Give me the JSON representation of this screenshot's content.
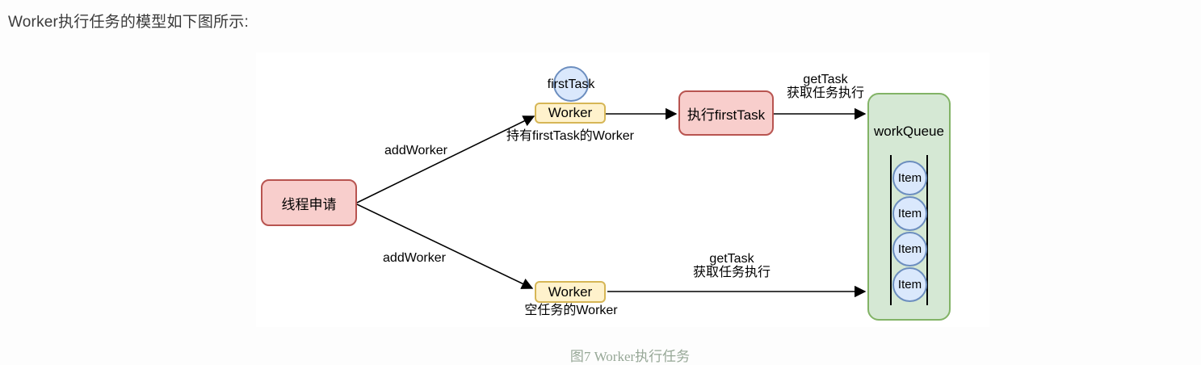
{
  "page": {
    "title": "Worker执行任务的模型如下图所示:",
    "caption": "图7 Worker执行任务"
  },
  "diagram": {
    "thread_request": "线程申请",
    "first_task": "firstTask",
    "worker_top": "Worker",
    "worker_bottom": "Worker",
    "exec_first_task": "执行firstTask",
    "work_queue": "workQueue",
    "items": [
      "Item",
      "Item",
      "Item",
      "Item"
    ],
    "edges": {
      "add_worker_top": "addWorker",
      "add_worker_bottom": "addWorker",
      "get_task_top": "getTask",
      "get_task_top_desc": "获取任务执行",
      "get_task_bottom": "getTask",
      "get_task_bottom_desc": "获取任务执行"
    },
    "notes": {
      "worker_top": "持有firstTask的Worker",
      "worker_bottom": "空任务的Worker"
    },
    "colors": {
      "red_fill": "#F8CECC",
      "red_border": "#B85450",
      "yellow_fill": "#FFF2CC",
      "yellow_border": "#D6B656",
      "blue_fill": "#DAE8FC",
      "blue_border": "#6C8EBF",
      "green_fill": "#D5E8D4",
      "green_border": "#82B366",
      "arrow": "#000000",
      "caption_text": "#97A897",
      "title_text": "#3A3A3A"
    }
  }
}
